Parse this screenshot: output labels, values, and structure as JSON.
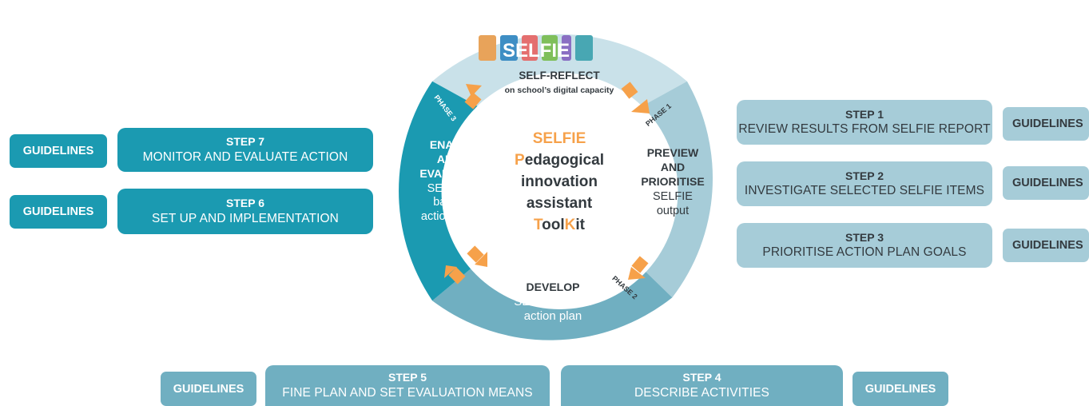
{
  "logo": {
    "text": "SELFIE"
  },
  "centre": {
    "line1": "SELFIE",
    "line2_first": "P",
    "line2_rest": "edagogical",
    "line3": "innovation",
    "line4": "assistant",
    "line5_a": "T",
    "line5_b": "ool",
    "line5_c": "K",
    "line5_d": "it"
  },
  "segments": {
    "top": {
      "title": "SELF-REFLECT",
      "subtitle": "on school’s digital capacity"
    },
    "right": {
      "title1": "PREVIEW",
      "title2": "AND",
      "title3": "PRIORITISE",
      "sub1": "SELFIE",
      "sub2": "output",
      "phase": "PHASE 1"
    },
    "bottom": {
      "title": "DEVELOP",
      "sub1": "SELFIE-based",
      "sub2": "action plan",
      "phase": "PHASE 2"
    },
    "left": {
      "title1": "ENACT",
      "title2": "AND",
      "title3": "EVALUATE",
      "sub1": "SELFIE-",
      "sub2": "based",
      "sub3": "action plan",
      "phase": "PHASE 3"
    }
  },
  "steps": {
    "s1": {
      "num": "STEP 1",
      "desc": "REVIEW RESULTS FROM SELFIE REPORT"
    },
    "s2": {
      "num": "STEP 2",
      "desc": "INVESTIGATE SELECTED SELFIE ITEMS"
    },
    "s3": {
      "num": "STEP 3",
      "desc": "PRIORITISE ACTION PLAN GOALS"
    },
    "s4": {
      "num": "STEP 4",
      "desc": "DESCRIBE ACTIVITIES"
    },
    "s5": {
      "num": "STEP 5",
      "desc": "FINE PLAN AND SET EVALUATION MEANS"
    },
    "s6": {
      "num": "STEP 6",
      "desc": "SET UP AND IMPLEMENTATION"
    },
    "s7": {
      "num": "STEP 7",
      "desc": "MONITOR AND EVALUATE ACTION"
    }
  },
  "guidelines_label": "GUIDELINES",
  "colors": {
    "dark": "#1b9ab1",
    "mid": "#70afc1",
    "light": "#a6ccd8",
    "top": "#c9e1e9",
    "orange": "#f6a14a",
    "text_dark": "#333a3f"
  }
}
